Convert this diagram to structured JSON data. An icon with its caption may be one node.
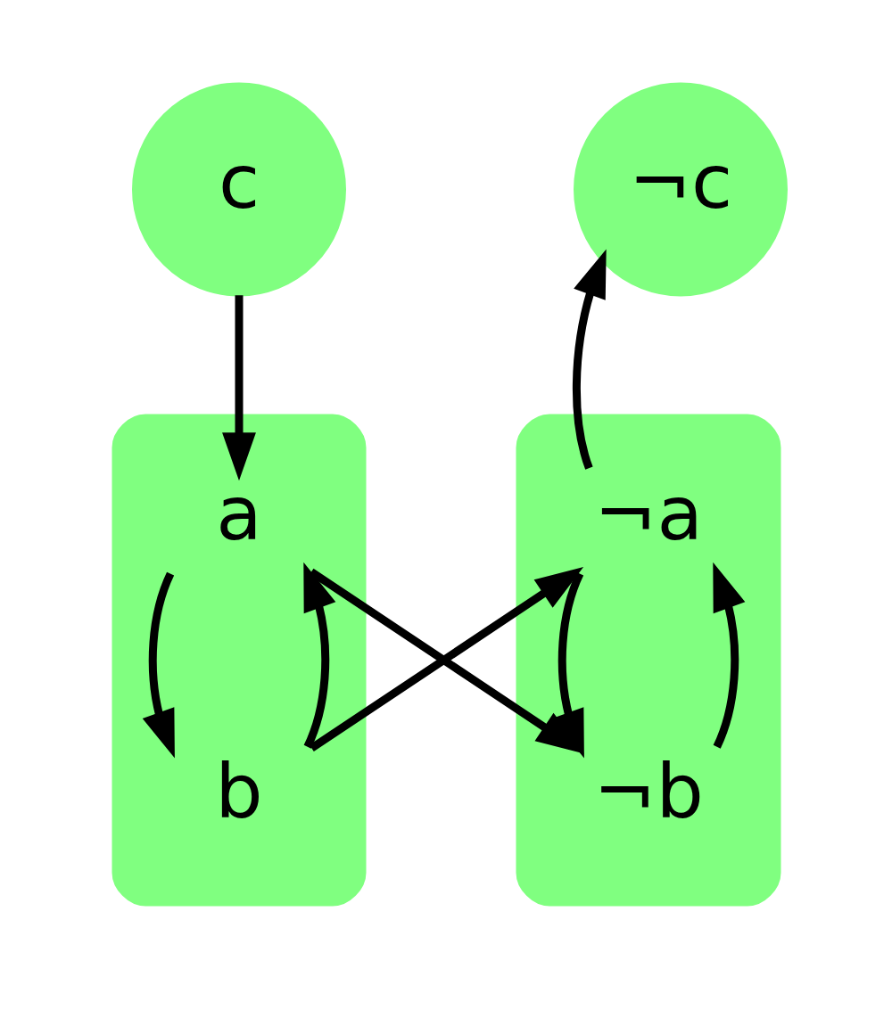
{
  "diagram": {
    "nodes": [
      {
        "text": [
          "c"
        ]
      },
      {
        "text": [
          "¬c"
        ]
      },
      {
        "text": [],
        "shape": "bar"
      },
      {
        "text": [
          "a"
        ],
        "in": 2
      },
      {
        "text": [
          "b"
        ],
        "in": 2
      },
      {
        "text": [],
        "shape": "bar"
      },
      {
        "text": [
          "¬a"
        ],
        "in": 5
      },
      {
        "text": [
          "¬b"
        ],
        "in": 5
      }
    ],
    "edges": [
      {
        "from": 0,
        "to": 3,
        "arrow": "to"
      },
      {
        "from": 3,
        "to": 4,
        "arrow": "to"
      },
      {
        "from": 4,
        "to": 3,
        "arrow": "to"
      },
      {
        "from": 3,
        "to": 7,
        "arrow": "to"
      },
      {
        "from": 4,
        "to": 6,
        "arrow": "to"
      },
      {
        "from": 6,
        "to": 7,
        "arrow": "to"
      },
      {
        "from": 7,
        "to": 6,
        "arrow": "to"
      },
      {
        "from": 6,
        "to": 1,
        "arrow": "to"
      }
    ]
  }
}
